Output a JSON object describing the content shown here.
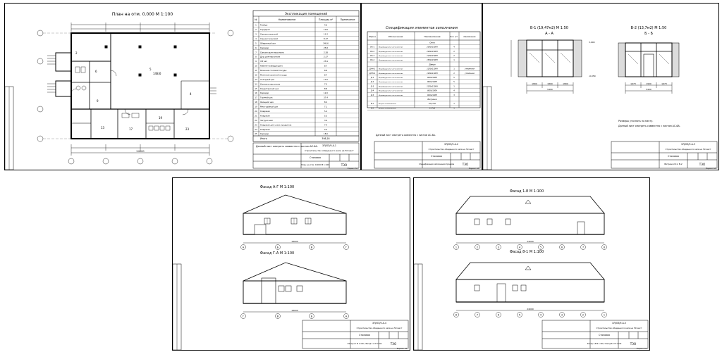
{
  "sheet1": {
    "plan_title": "План на отм. 0.000  М 1:100",
    "explication_title": "Экспликация помещений",
    "explication_headers": [
      "№",
      "Наименование",
      "Площадь м²",
      "Примечание"
    ],
    "rooms": [
      {
        "n": "1",
        "name": "Тамбур",
        "area": "4.6"
      },
      {
        "n": "2",
        "name": "Гардероб",
        "area": "10.6"
      },
      {
        "n": "3",
        "name": "Санузел мужской",
        "area": "11.2"
      },
      {
        "n": "4",
        "name": "Санузел женский",
        "area": "8.47"
      },
      {
        "n": "5",
        "name": "Обеденный зал",
        "area": "148.6"
      },
      {
        "n": "6",
        "name": "Коридор",
        "area": "25.8"
      },
      {
        "n": "7",
        "name": "Санузел для персонала",
        "area": "2.58"
      },
      {
        "n": "8",
        "name": "Душ для персонала",
        "area": "2.57"
      },
      {
        "n": "9",
        "name": "VIP зал",
        "area": "25.9"
      },
      {
        "n": "10",
        "name": "Кабинет заведующего",
        "area": "8.7"
      },
      {
        "n": "11",
        "name": "Моечная столовой посуды",
        "area": "8.8"
      },
      {
        "n": "12",
        "name": "Моечная кухонной посуды",
        "area": "8.7"
      },
      {
        "n": "13",
        "name": "Холодный цех",
        "area": "13.0"
      },
      {
        "n": "14",
        "name": "Комната персонала",
        "area": "7.5"
      },
      {
        "n": "15",
        "name": "Кондитерский цех",
        "area": "8.8"
      },
      {
        "n": "16",
        "name": "Коридор",
        "area": "12.0"
      },
      {
        "n": "17",
        "name": "Горячий цех",
        "area": "37.4"
      },
      {
        "n": "18",
        "name": "Овощной цех",
        "area": "8.2"
      },
      {
        "n": "19",
        "name": "Мясо-рыбный цех",
        "area": "7.1"
      },
      {
        "n": "20",
        "name": "Кладовая",
        "area": "5.2"
      },
      {
        "n": "21",
        "name": "Кладовая",
        "area": "5.5"
      },
      {
        "n": "22",
        "name": "Загрузочная",
        "area": "3.9"
      },
      {
        "n": "23",
        "name": "Кладовая для сухих продуктов",
        "area": "7.4"
      },
      {
        "n": "24",
        "name": "Кладовая",
        "area": "4.4"
      },
      {
        "n": "25",
        "name": "Коридор",
        "area": "18.0"
      }
    ],
    "total_label": "Итого",
    "total_value": "398,16",
    "note": "Данный лист смотреть совместно с листом АС-6А.",
    "tb_code": "ЭЛ/ОЗ/9-А-1",
    "tb_project": "Строительство обеденного зала на 50 мест",
    "tb_name": "Столовая",
    "tb_sheet": "План на отм. 0.000 М 1:100",
    "tb_org": "ТЭО",
    "format": "Формат А3"
  },
  "sheet2": {
    "title": "Спецификация элементов заполнения",
    "headers": [
      "Марка",
      "Обозначение",
      "Наименование",
      "Кол. шт.",
      "Примечание"
    ],
    "sections": [
      {
        "name": "Окна",
        "rows": [
          {
            "mark": "ОК-1",
            "des": "Индивидуальное изготовление",
            "nm": "2000x1500H",
            "qty": "4",
            "note": ""
          },
          {
            "mark": "ОК-2",
            "des": "Индивидуальное изготовление",
            "nm": "2000x1500H",
            "qty": "2",
            "note": ""
          },
          {
            "mark": "ОК-3",
            "des": "Индивидуальное изготовление",
            "nm": "1200x1500H",
            "qty": "2",
            "note": ""
          },
          {
            "mark": "ОК-4",
            "des": "Индивидуальное изготовление",
            "nm": "1500x1500H",
            "qty": "1",
            "note": ""
          }
        ]
      },
      {
        "name": "Двери",
        "rows": [
          {
            "mark": "ДНН-1",
            "des": "Индивидуальное изготовление",
            "nm": "1200x2100H",
            "qty": "1",
            "note": "утепленная"
          },
          {
            "mark": "ДНН-2",
            "des": "Индивидуальное изготовление",
            "nm": "1000x2100H",
            "qty": "2",
            "note": "утепленная"
          },
          {
            "mark": "Д-1",
            "des": "Индивидуальное изготовление",
            "nm": "900x2100H",
            "qty": "5",
            "note": ""
          },
          {
            "mark": "Д-2",
            "des": "Индивидуальное изготовление",
            "nm": "800x2100H",
            "qty": "5",
            "note": ""
          },
          {
            "mark": "Д-3",
            "des": "Индивидуальное изготовление",
            "nm": "1200x2100H",
            "qty": "1",
            "note": ""
          },
          {
            "mark": "Д-4",
            "des": "Индивидуальное изготовление",
            "nm": "600x2100H",
            "qty": "4",
            "note": ""
          },
          {
            "mark": "Д-5",
            "des": "Индивидуальное изготовление",
            "nm": "900x2100H",
            "qty": "3",
            "note": ""
          }
        ]
      },
      {
        "name": "Витражи",
        "rows": [
          {
            "mark": "В-1",
            "des": "Витраж алюминиевый",
            "nm": "19,47м2",
            "qty": "1",
            "note": ""
          },
          {
            "mark": "В-2",
            "des": "Витраж алюминиевый",
            "nm": "13,7м2",
            "qty": "1",
            "note": ""
          }
        ]
      }
    ],
    "note": "Данный лист смотреть совместно с листом АС-6А.",
    "tb_code": "ЭЛ/ОЗ/9-А-2",
    "tb_project": "Строительство обеденного зала на 50 мест",
    "tb_name": "Столовая",
    "tb_sheet": "Спецификация заполнения проемов",
    "tb_org": "ТЭО",
    "format": "Формат А3"
  },
  "sheet3": {
    "v1_title": "В-1 (19,47м2) М 1:50",
    "v1_section": "А - А",
    "v2_title": "В-2 (13,7м2) М 1:50",
    "v2_section": "Б - Б",
    "level_top": "3,000",
    "level_bot": "-0,050",
    "dim_total_1": "5400",
    "dim_total_2": "5400",
    "dims_1": [
      "1800",
      "1800",
      "1800"
    ],
    "dims_2": [
      "1673",
      "1900",
      "1673"
    ],
    "note1": "Размеры уточнять по месту.",
    "note2": "Данный лист смотреть совместно с листом АС-6А.",
    "tb_code": "ЭЛ/ОЗ/9-А-3",
    "tb_project": "Строительство обеденного зала на 50 мест",
    "tb_name": "Столовая",
    "tb_sheet": "Витражи В-1, В-2",
    "tb_org": "ТЭО",
    "format": "Формат А3"
  },
  "sheet4": {
    "title1": "Фасад А-Г М 1:100",
    "title2": "Фасад Г-А М 1:100",
    "axes": [
      "А",
      "Б",
      "В",
      "Г"
    ],
    "dim": "18000",
    "tb_code": "ЭЛ/ОЗ/9-А-4",
    "tb_project": "Строительство обеденного зала на 50 мест",
    "tb_name": "Столовая",
    "tb_sheet": "Фасад А-Г М 1:100 / Фасад Г-А М 1:100",
    "tb_org": "ТЭО",
    "format": "Формат А3"
  },
  "sheet5": {
    "title1": "Фасад 1-8 М 1:100",
    "title2": "Фасад 8-1 М 1:100",
    "axes": [
      "1",
      "2",
      "3",
      "4",
      "5",
      "6",
      "7",
      "8"
    ],
    "dim": "24000",
    "tb_code": "ЭЛ/ОЗ/9-А-5",
    "tb_project": "Строительство обеденного зала на 50 мест",
    "tb_name": "Столовая",
    "tb_sheet": "Фасад 1-8 М 1:100 / Фасад 8-1 М 1:100",
    "tb_org": "ТЭО",
    "format": "Формат А3"
  }
}
